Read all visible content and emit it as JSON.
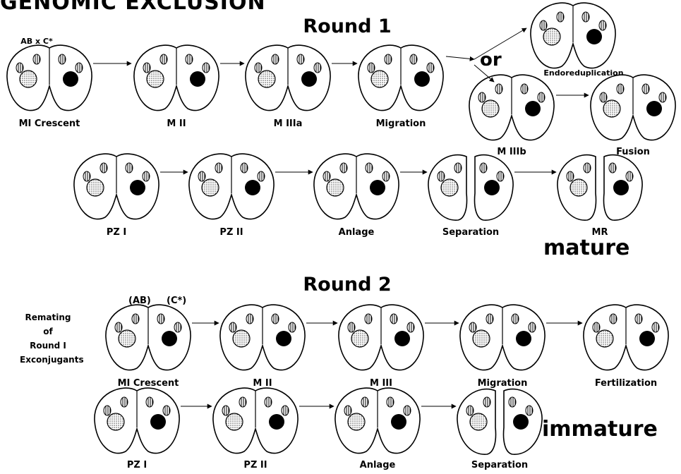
{
  "title": "GENOMIC EXCLUSION",
  "round1": {
    "title": "Round 1",
    "or_label": "or",
    "strain_label": "AB x C*",
    "stages_top": [
      "MI Crescent",
      "M II",
      "M IIIa",
      "Migration"
    ],
    "endoreduplication": "Endoreduplication",
    "branch": [
      "M IIIb",
      "Fusion"
    ],
    "stages_bottom": [
      "PZ I",
      "PZ II",
      "Anlage",
      "Separation",
      "MR"
    ],
    "outcome": "mature"
  },
  "round2": {
    "title": "Round 2",
    "parents": [
      "(AB)",
      "(C*)"
    ],
    "side_note": [
      "Remating",
      "of",
      "Round I",
      "Exconjugants"
    ],
    "stages_top": [
      "MI Crescent",
      "M II",
      "M III",
      "Migration",
      "Fertilization"
    ],
    "stages_bottom": [
      "PZ I",
      "PZ II",
      "Anlage",
      "Separation"
    ],
    "outcome": "immature"
  },
  "colors": {
    "ink": "#000000",
    "stipple": "#9a9a9a",
    "paper": "#ffffff"
  }
}
